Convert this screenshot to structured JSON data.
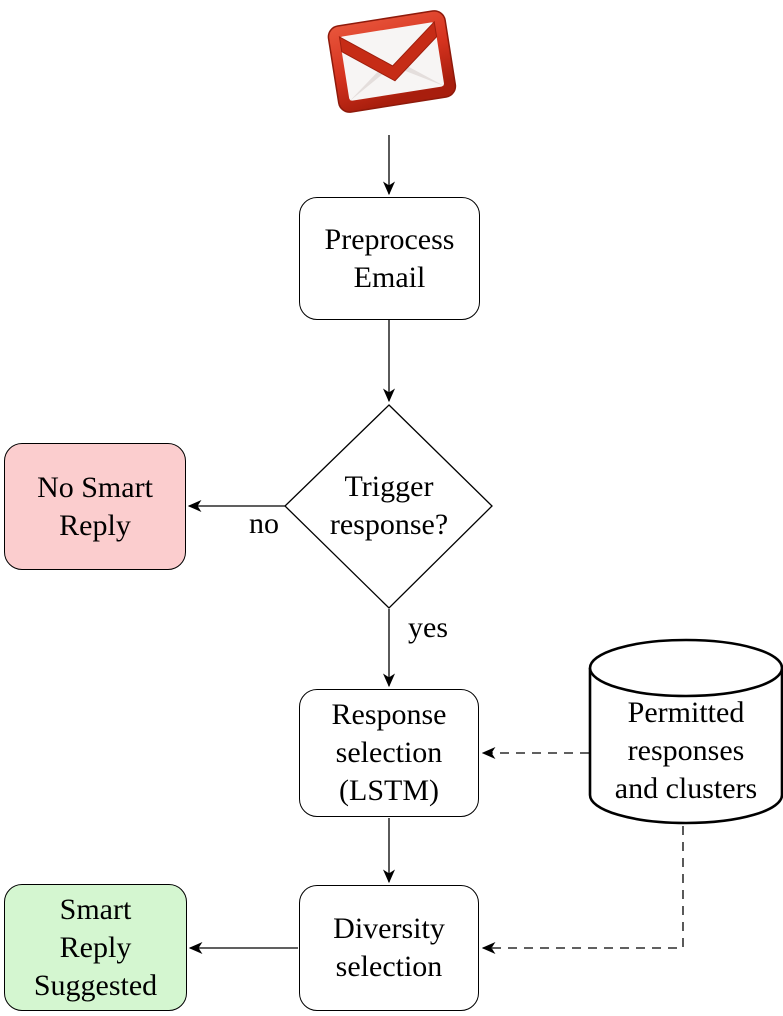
{
  "icon": {
    "name": "gmail-icon"
  },
  "nodes": {
    "preprocess": {
      "label": "Preprocess\nEmail"
    },
    "trigger": {
      "label": "Trigger\nresponse?"
    },
    "no_smart_reply": {
      "label": "No Smart\nReply",
      "fill": "#fbcdce"
    },
    "response_selection": {
      "label": "Response\nselection\n(LSTM)"
    },
    "permitted_responses": {
      "label": "Permitted\nresponses\nand clusters"
    },
    "diversity_selection": {
      "label": "Diversity\nselection"
    },
    "smart_reply_suggested": {
      "label": "Smart\nReply\nSuggested",
      "fill": "#d4f6d0"
    }
  },
  "edge_labels": {
    "no": "no",
    "yes": "yes"
  },
  "colors": {
    "stroke": "#000000",
    "node_fill": "#ffffff",
    "no_fill": "#fbcdce",
    "yes_fill": "#d4f6d0",
    "gmail_red": "#d6331f",
    "gmail_red_dark": "#a61e0e",
    "gmail_paper": "#f7f5f4"
  }
}
